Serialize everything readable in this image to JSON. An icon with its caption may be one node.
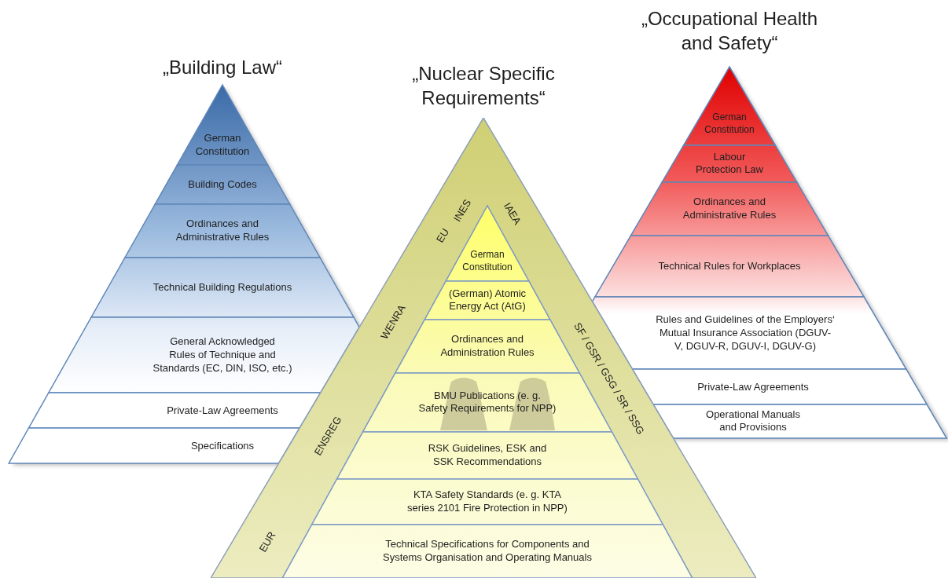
{
  "diagram": {
    "nodes": [
      {
        "text": [
          "German Constitution"
        ]
      },
      {
        "text": [
          "Building Codes"
        ]
      },
      {
        "text": [
          "Ordinances and Administrative Rules"
        ]
      },
      {
        "text": [
          "Technical Building Regulations"
        ]
      },
      {
        "text": [
          "General Acknowledged Rules of Technique and Standards (EC, DIN, ISO, etc.)"
        ]
      },
      {
        "text": [
          "Private-Law Agreements"
        ]
      },
      {
        "text": [
          "Specifications"
        ]
      },
      {
        "text": [
          "German Constitution"
        ]
      },
      {
        "text": [
          "(German) Atomic Energy Act (AtG)"
        ]
      },
      {
        "text": [
          "Ordinances and Administration Rules"
        ]
      },
      {
        "text": [
          "BMU Publications (e. g. Safety Requirements for NPP)"
        ]
      },
      {
        "text": [
          "RSK Guidelines, ESK and SSK Recommendations"
        ]
      },
      {
        "text": [
          "KTA Safety Standards (e. g. KTA series 2101 Fire Protection in NPP)"
        ]
      },
      {
        "text": [
          "Technical Specifications for Components and Systems Organisation and Operating Manuals"
        ]
      },
      {
        "text": [
          "German Constitution"
        ]
      },
      {
        "text": [
          "Labour Protection Law"
        ]
      },
      {
        "text": [
          "Ordinances and Administrative Rules"
        ]
      },
      {
        "text": [
          "Technical Rules for Workplaces"
        ]
      },
      {
        "text": [
          "Rules and Guidelines of the Employers‘ Mutual Insurance Association (DGUV-V, DGUV-R, DGUV-I, DGUV-G)"
        ]
      },
      {
        "text": [
          "Private-Law Agreements"
        ]
      },
      {
        "text": [
          "Operational Manuals and Provisions"
        ]
      }
    ],
    "edges": [],
    "labels": [
      "„Occupational Health and Safety“",
      "„Building Law“",
      "„Nuclear Specific Requirements“",
      "INES",
      "IAEA",
      "EU",
      "WENRA",
      "SF / GSR / GSG / SR / SSG",
      "ENSREG",
      "EUR"
    ]
  }
}
